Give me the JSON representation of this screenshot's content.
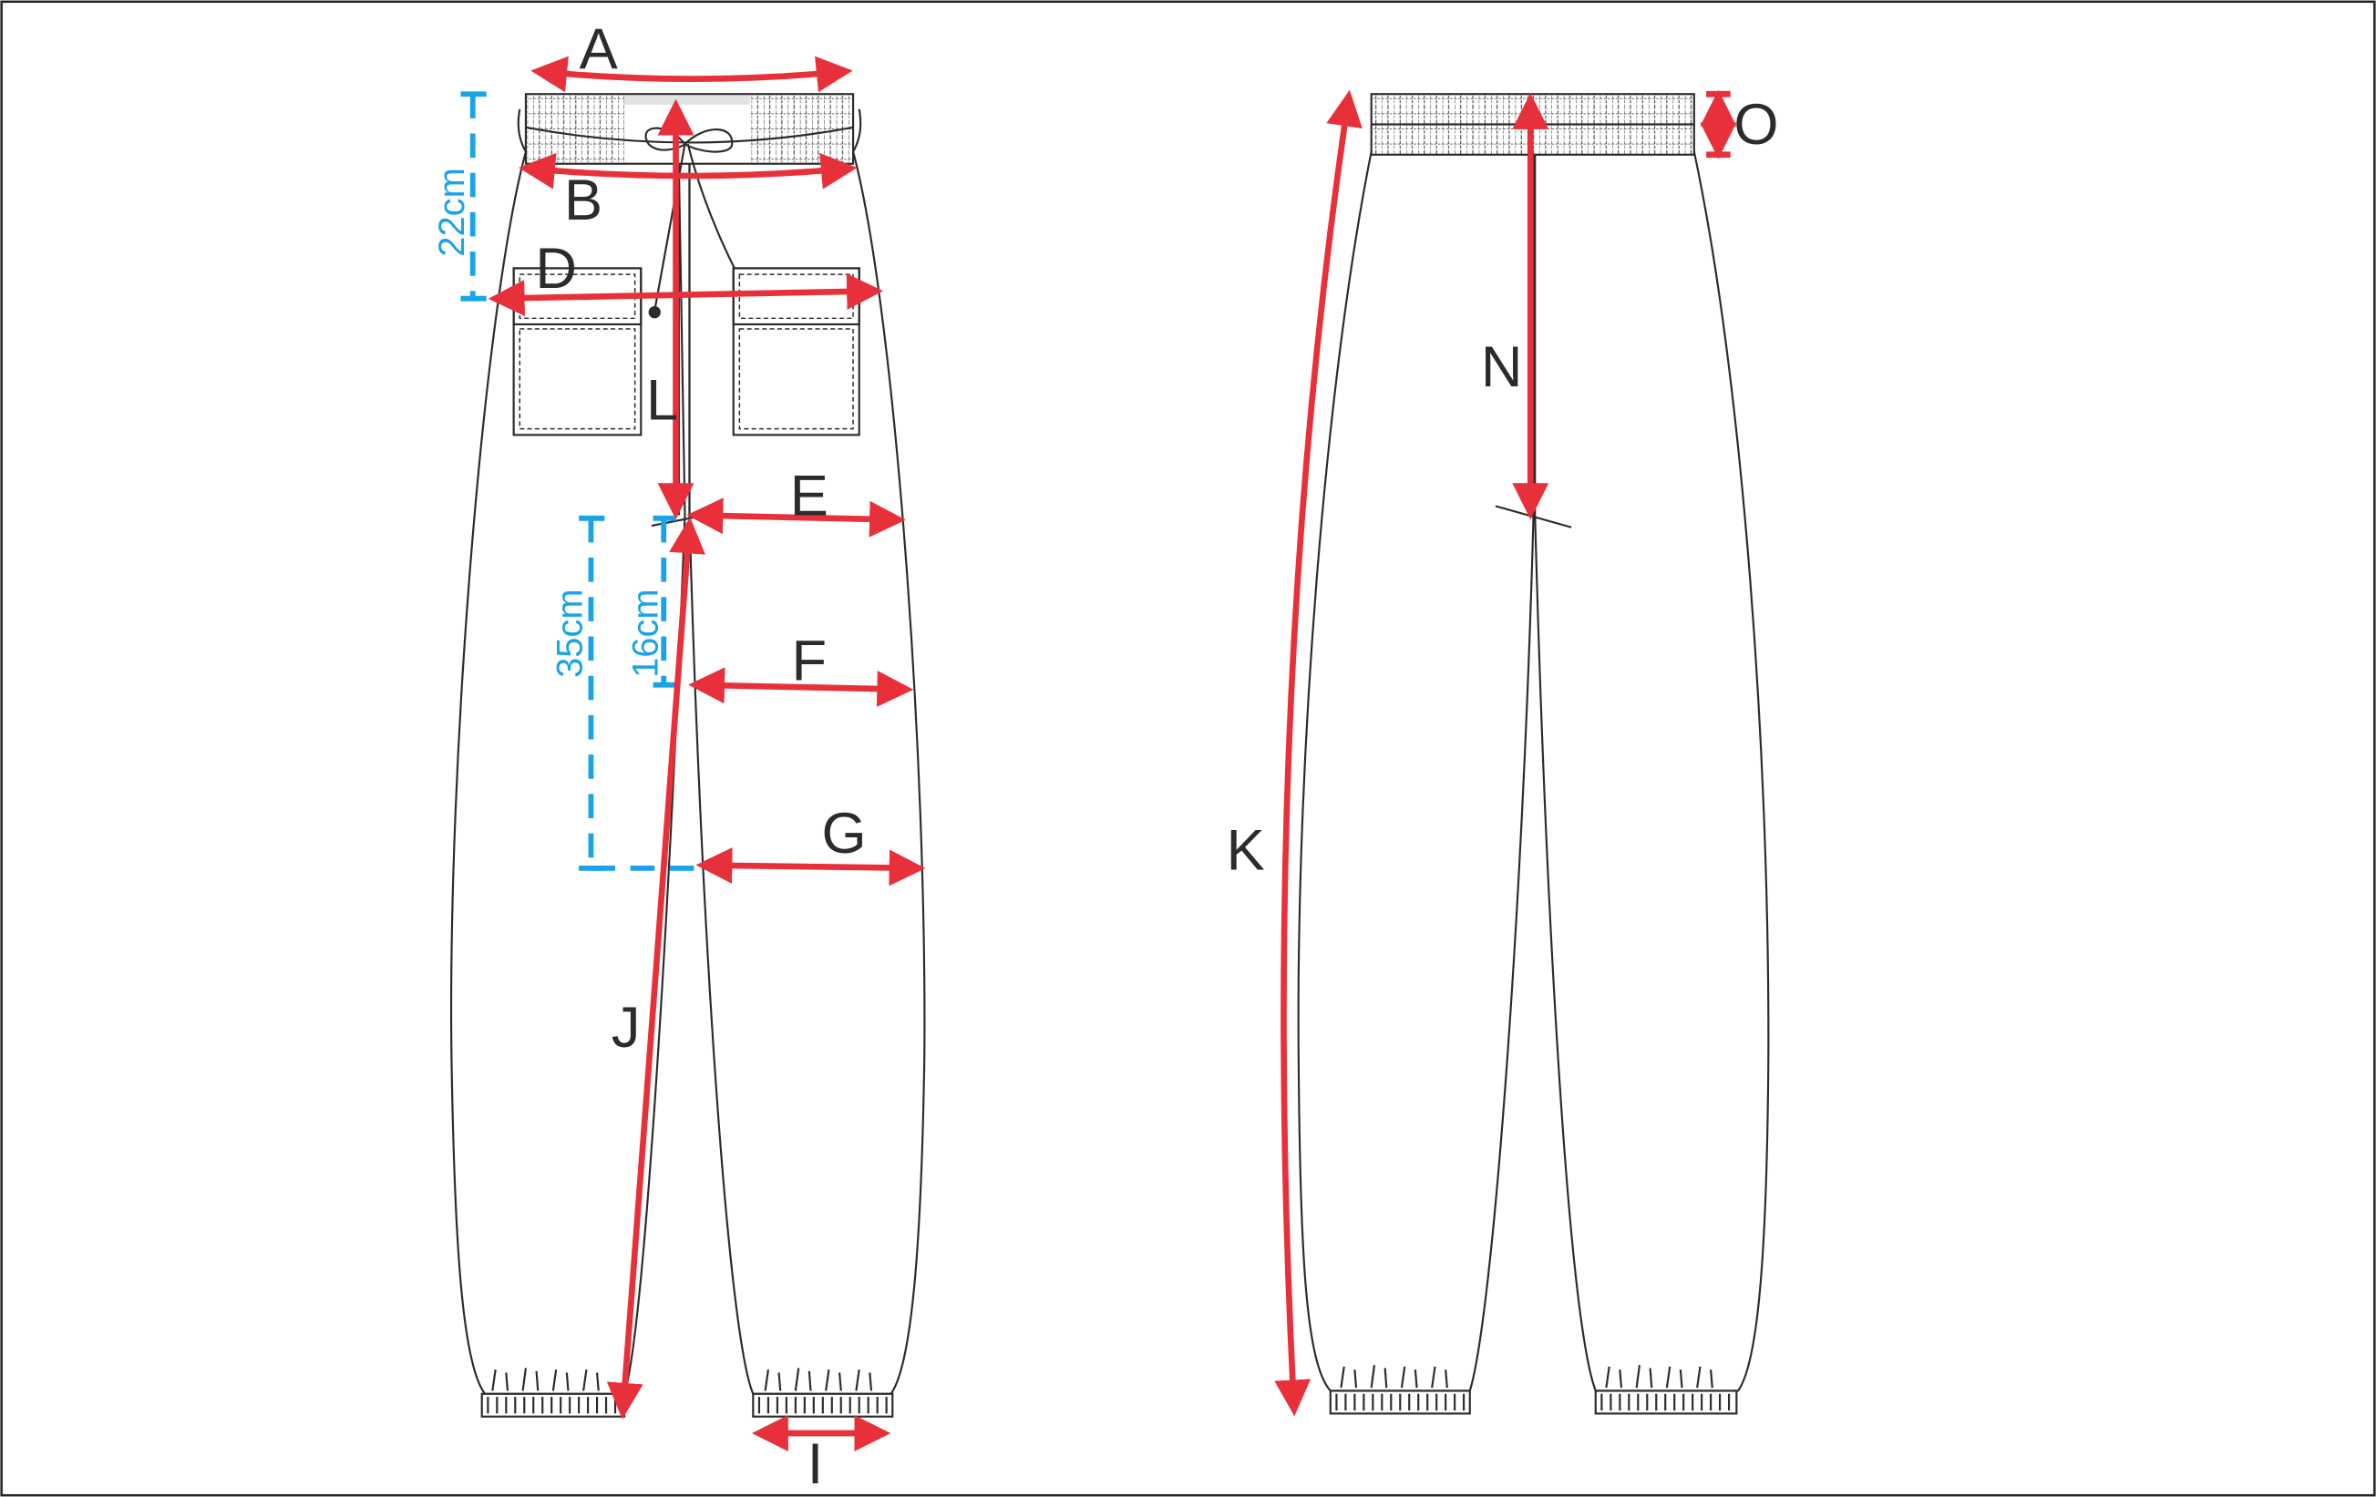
{
  "labels": {
    "A": "A",
    "B": "B",
    "D": "D",
    "L": "L",
    "E": "E",
    "F": "F",
    "G": "G",
    "J": "J",
    "I": "I",
    "K": "K",
    "N": "N",
    "O": "O"
  },
  "dimensions": {
    "waist_drop": "22cm",
    "thigh_drop": "35cm",
    "upper_thigh_drop": "16cm"
  },
  "colors": {
    "measure_arrow": "#e8303a",
    "reference_line": "#1aa3e8",
    "outline": "#2b2b2b"
  }
}
